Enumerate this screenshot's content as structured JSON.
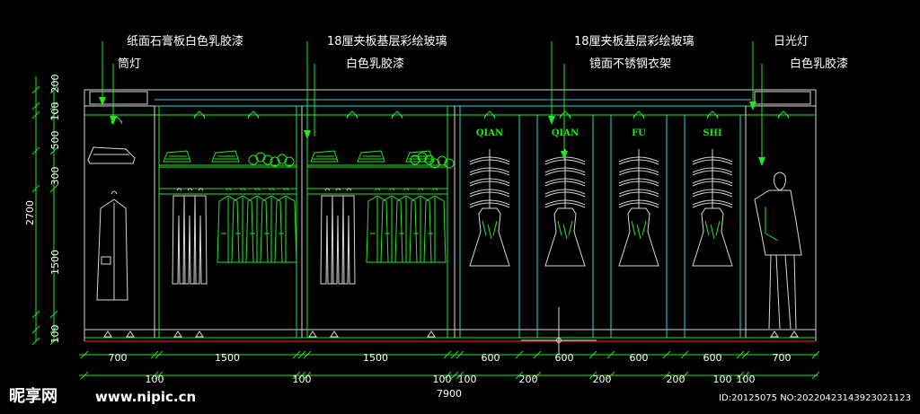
{
  "callouts": {
    "gypsum_paint": "纸面石膏板白色乳胶漆",
    "downlight": "筒灯",
    "plywood_glass_left": "18厘夹板基层彩绘玻璃",
    "white_paint_left": "白色乳胶漆",
    "plywood_glass_right": "18厘夹板基层彩绘玻璃",
    "mirror_rack": "镜面不锈钢衣架",
    "fluorescent": "日光灯",
    "white_paint_right": "白色乳胶漆"
  },
  "brand_labels": [
    "QIAN",
    "QIAN",
    "FU",
    "SHI"
  ],
  "dims_vertical": [
    "200",
    "100",
    "500",
    "300",
    "2700",
    "1500",
    "100"
  ],
  "dims_bottom_row1": [
    "700",
    "1500",
    "1500",
    "600",
    "600",
    "600",
    "600",
    "700"
  ],
  "dims_bottom_row2": [
    "100",
    "100",
    "100",
    "100",
    "100",
    "200",
    "200",
    "200",
    "100"
  ],
  "dims_total": "7900",
  "watermark": {
    "logo": "昵享网",
    "url": "www.nipic.cn",
    "id": "ID:20125075 NO:20220423143923021123"
  },
  "colors": {
    "background": "#000000",
    "drawing_green": "#22e822",
    "text_white": "#ffffff",
    "outline_cyan": "#2bd3d3",
    "floor_red": "#d02020"
  }
}
